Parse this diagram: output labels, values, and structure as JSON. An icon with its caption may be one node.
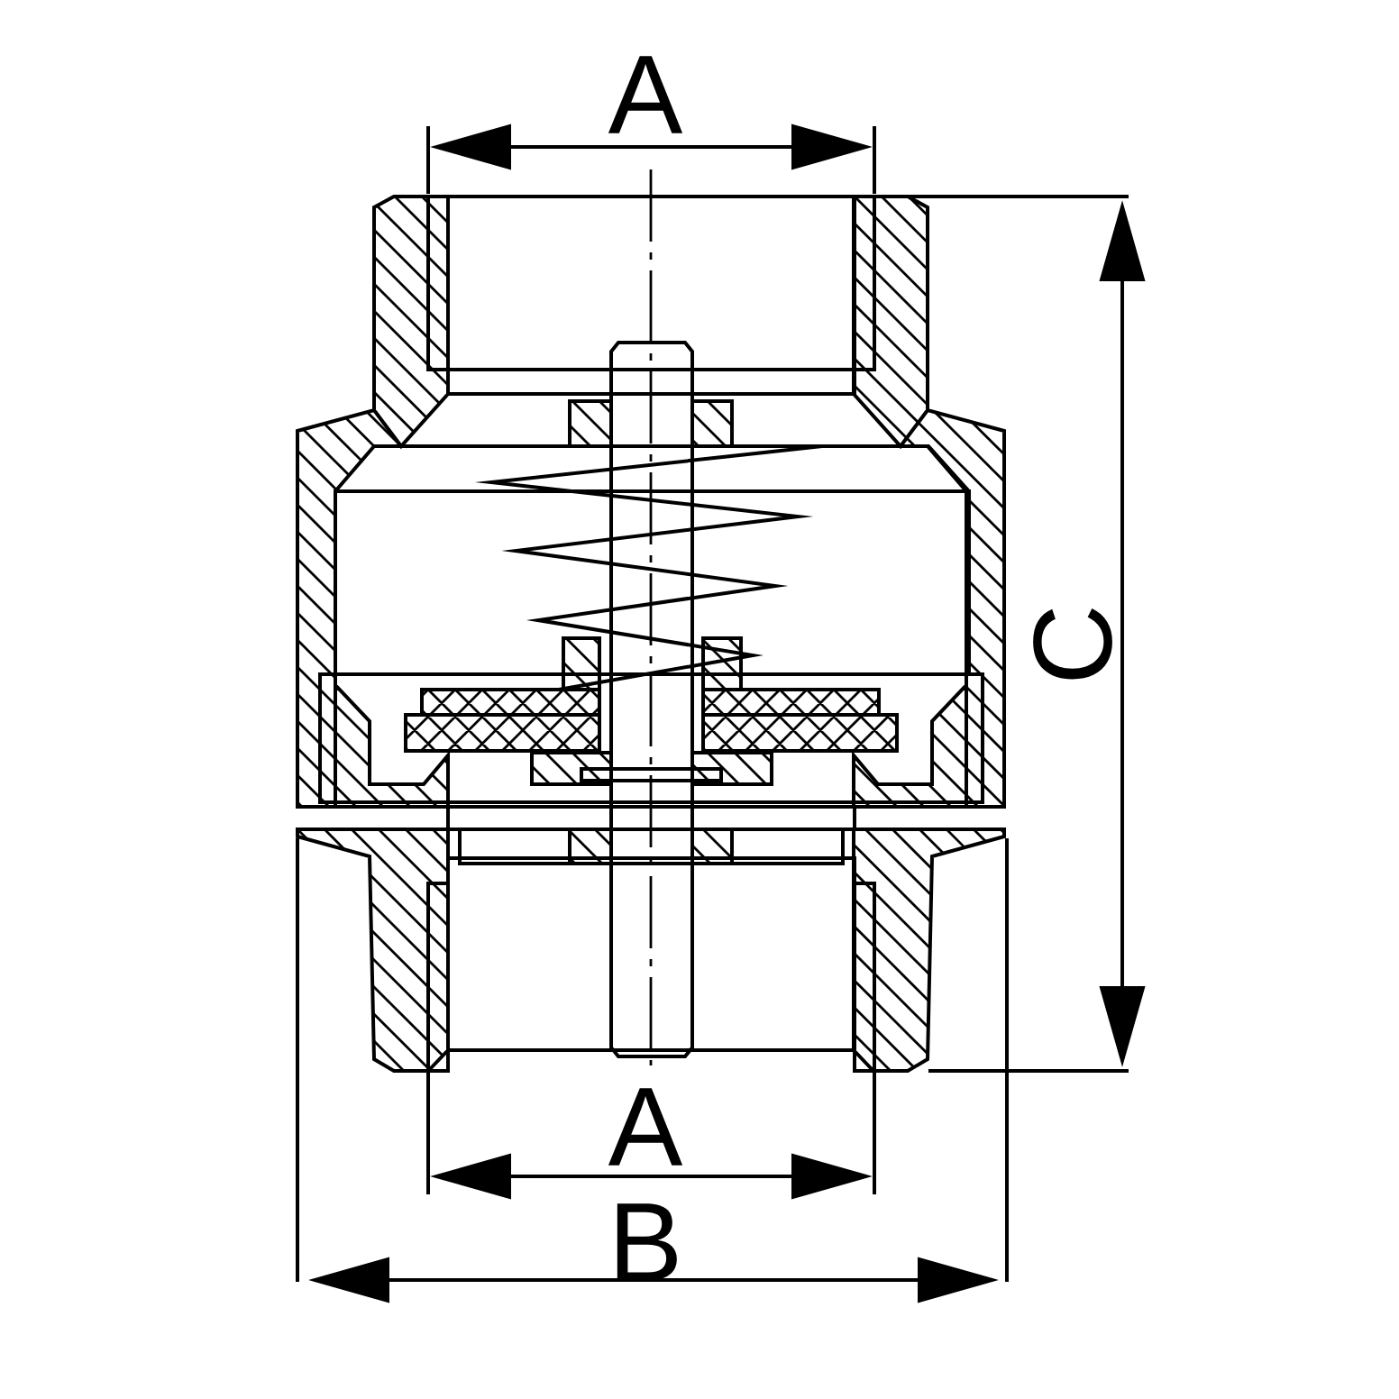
{
  "diagram": {
    "labels": [
      "A",
      "C",
      "A",
      "B"
    ]
  }
}
